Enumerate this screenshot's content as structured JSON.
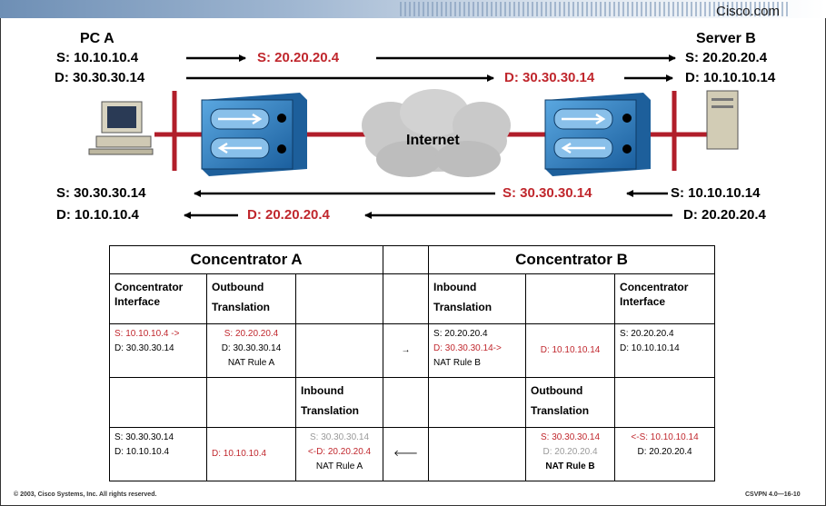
{
  "header": {
    "brand": "Cisco.com"
  },
  "diagram": {
    "pc_a": {
      "title": "PC A",
      "src": "S: 10.10.10.4",
      "dst": "D: 30.30.30.14"
    },
    "server_b": {
      "title": "Server B",
      "src": "S: 20.20.20.4",
      "dst": "D: 10.10.10.14"
    },
    "forward_translated_src": "S: 20.20.20.4",
    "forward_translated_dst": "D: 30.30.30.14",
    "cloud_label": "Internet",
    "return_left_src": "S: 30.30.30.14",
    "return_left_dst": "D: 10.10.10.4",
    "return_translated_dst": "D: 20.20.20.4",
    "return_translated_src": "S: 30.30.30.14",
    "return_right_src": "S: 10.10.10.14",
    "return_right_dst": "D: 20.20.20.4"
  },
  "table": {
    "conc_a": "Concentrator A",
    "conc_b": "Concentrator B",
    "iface": "Concentrator Interface",
    "outbound": "Outbound Translation",
    "inbound": "Inbound Translation",
    "right_arrow": "→",
    "left_arrow": "🡐",
    "r3": {
      "a_s": "S: 10.10.10.4 ->",
      "a_d": "D: 30.30.30.14",
      "b_s": "S: 20.20.20.4",
      "b_d": "D: 30.30.30.14",
      "b_rule": "NAT Rule A",
      "c_s": "S: 20.20.20.4",
      "c_d": "D: 30.30.30.14->",
      "c_rule": "NAT Rule B",
      "d": "D: 10.10.10.14",
      "e_s": "S: 20.20.20.4",
      "e_d": "D: 10.10.10.14"
    },
    "r5": {
      "a_s": "S: 30.30.30.14",
      "a_d": "D: 10.10.10.4",
      "b": "D: 10.10.10.4",
      "c_s": "S: 30.30.30.14",
      "c_d": "<-D: 20.20.20.4",
      "c_rule": "NAT Rule A",
      "d_s": "S: 30.30.30.14",
      "d_d": "D: 20.20.20.4",
      "d_rule": "NAT Rule B",
      "e_s": "<-S: 10.10.10.14",
      "e_d": "D: 20.20.20.4"
    }
  },
  "footer": {
    "copyright": "© 2003, Cisco Systems, Inc. All rights reserved.",
    "course": "CSVPN 4.0—16-10"
  }
}
